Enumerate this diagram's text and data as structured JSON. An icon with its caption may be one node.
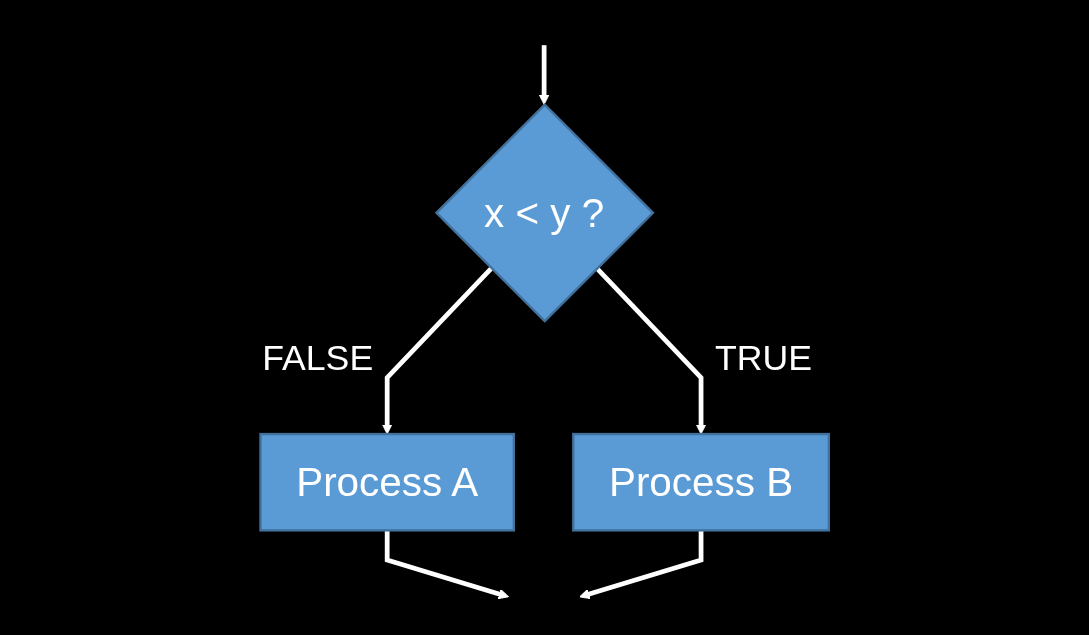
{
  "diagram": {
    "nodes": [
      {
        "text": [
          "x < y ?"
        ]
      },
      {
        "text": [
          "Process A"
        ]
      },
      {
        "text": [
          "Process B"
        ]
      }
    ],
    "edges": [
      {
        "from": null,
        "to": 0,
        "arrow": "to"
      },
      {
        "from": 0,
        "to": 1,
        "arrow": "to",
        "label": "FALSE"
      },
      {
        "from": 0,
        "to": 2,
        "arrow": "to",
        "label": "TRUE"
      },
      {
        "from": 1,
        "to": null,
        "arrow": "to"
      },
      {
        "from": 2,
        "to": null,
        "arrow": "to"
      }
    ]
  }
}
